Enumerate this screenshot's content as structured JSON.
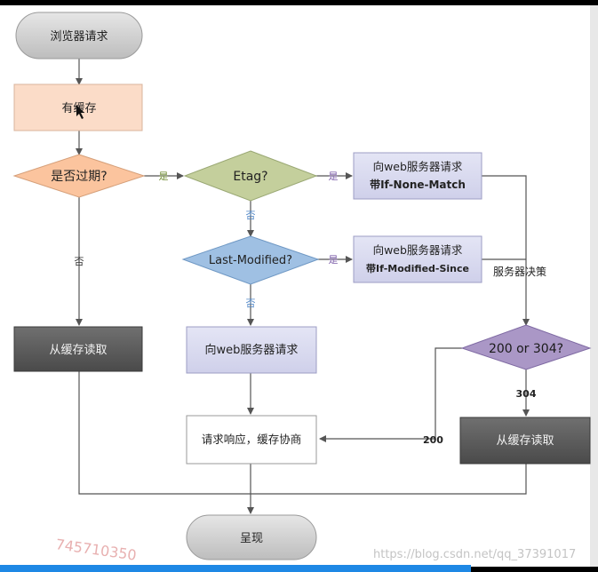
{
  "nodes": {
    "browser_request": "浏览器请求",
    "has_cache": "有缓存",
    "expired": "是否过期?",
    "etag": "Etag?",
    "req_if_none_match_l1": "向web服务器请求",
    "req_if_none_match_l2": "带If-None-Match",
    "last_modified": "Last-Modified?",
    "req_if_modified_l1": "向web服务器请求",
    "req_if_modified_l2": "带If-Modified-Since",
    "read_cache_left": "从缓存读取",
    "web_request": "向web服务器请求",
    "status_check": "200 or 304?",
    "negotiate": "请求响应，缓存协商",
    "read_cache_right": "从缓存读取",
    "render": "呈现"
  },
  "edge_labels": {
    "yes1": "是",
    "yes2": "是",
    "yes3": "是",
    "no1": "否",
    "no2": "否",
    "no3": "否",
    "server_decision": "服务器决策",
    "code_304": "304",
    "code_200": "200"
  },
  "watermark": {
    "left": "745710350",
    "right": "https://blog.csdn.net/qq_37391017"
  },
  "colors": {
    "peach": "#fbdcc8",
    "orange_diamond": "#fbc49e",
    "olive_diamond": "#c4cf9c",
    "blue_diamond": "#9fc0e3",
    "lavender_box": "#d7d8ee",
    "dark_box": "#5c5c5c",
    "purple_diamond": "#aa97c6",
    "gray_terminal": "#cfcfcf",
    "yes_green": "#6f8c33",
    "yes_purple": "#7b5ca8",
    "no_blue": "#4f86c6"
  }
}
